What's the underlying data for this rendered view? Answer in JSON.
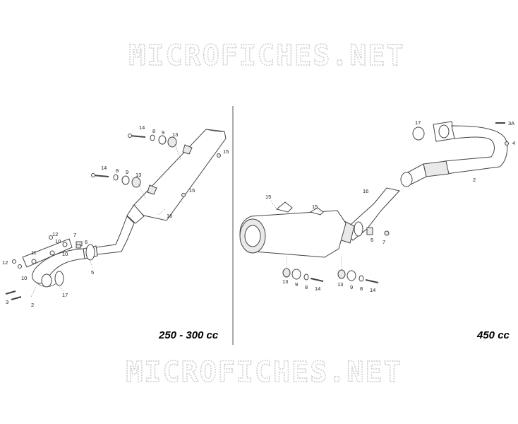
{
  "watermark": {
    "text": "MICROFICHES.NET"
  },
  "panels": {
    "left": {
      "label": "250 - 300 cc",
      "callouts": [
        {
          "id": "l14a",
          "text": "14"
        },
        {
          "id": "l8a",
          "text": "8"
        },
        {
          "id": "l9a",
          "text": "9"
        },
        {
          "id": "l13a",
          "text": "13"
        },
        {
          "id": "l15a",
          "text": "15"
        },
        {
          "id": "l14b",
          "text": "14"
        },
        {
          "id": "l8b",
          "text": "8"
        },
        {
          "id": "l9b",
          "text": "9"
        },
        {
          "id": "l13b",
          "text": "13"
        },
        {
          "id": "l15b",
          "text": "15"
        },
        {
          "id": "l16",
          "text": "16"
        },
        {
          "id": "l12a",
          "text": "12"
        },
        {
          "id": "l10a",
          "text": "10"
        },
        {
          "id": "l7",
          "text": "7"
        },
        {
          "id": "l6",
          "text": "6"
        },
        {
          "id": "l11",
          "text": "11"
        },
        {
          "id": "l10b",
          "text": "10"
        },
        {
          "id": "l12b",
          "text": "12"
        },
        {
          "id": "l10c",
          "text": "10"
        },
        {
          "id": "l5",
          "text": "5"
        },
        {
          "id": "l17",
          "text": "17"
        },
        {
          "id": "l3",
          "text": "3"
        },
        {
          "id": "l2",
          "text": "2"
        }
      ]
    },
    "right": {
      "label": "450 cc",
      "callouts": [
        {
          "id": "r17",
          "text": "17"
        },
        {
          "id": "r3a",
          "text": "3A"
        },
        {
          "id": "r4",
          "text": "4"
        },
        {
          "id": "r2",
          "text": "2"
        },
        {
          "id": "r16",
          "text": "16"
        },
        {
          "id": "r15a",
          "text": "15"
        },
        {
          "id": "r15b",
          "text": "15"
        },
        {
          "id": "r6",
          "text": "6"
        },
        {
          "id": "r7",
          "text": "7"
        },
        {
          "id": "r13a",
          "text": "13"
        },
        {
          "id": "r9a",
          "text": "9"
        },
        {
          "id": "r8a",
          "text": "8"
        },
        {
          "id": "r14a",
          "text": "14"
        },
        {
          "id": "r13b",
          "text": "13"
        },
        {
          "id": "r9b",
          "text": "9"
        },
        {
          "id": "r8b",
          "text": "8"
        },
        {
          "id": "r14b",
          "text": "14"
        }
      ]
    }
  },
  "colors": {
    "line": "#444444",
    "watermark": "#cfcfcf",
    "divider": "#555555"
  }
}
